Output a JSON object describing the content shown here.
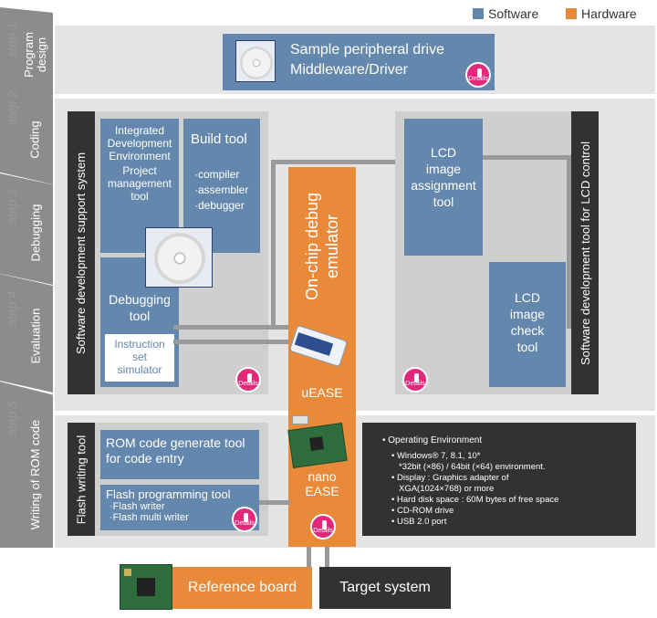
{
  "legend": {
    "software_label": "Software",
    "hardware_label": "Hardware",
    "software_color": "#6487ad",
    "hardware_color": "#e88a3a"
  },
  "steps": [
    {
      "num": "step 1",
      "title": "Program design"
    },
    {
      "num": "step 2",
      "title": "Coding"
    },
    {
      "num": "step 3",
      "title": "Debugging"
    },
    {
      "num": "step 4",
      "title": "Evaluation"
    },
    {
      "num": "step 5",
      "title": "Writing of ROM code"
    }
  ],
  "sample_box": {
    "line1": "Sample peripheral drive",
    "line2": "Middleware/Driver"
  },
  "sds_label": "Software development support system",
  "ide": {
    "line1": "Integrated",
    "line2": "Development",
    "line3": "Environment",
    "line4": "Project",
    "line5": "management",
    "line6": "tool"
  },
  "build": {
    "title": "Build tool",
    "item1": "·compiler",
    "item2": "·assembler",
    "item3": "·debugger"
  },
  "debug_tool": {
    "line1": "Debugging",
    "line2": "tool"
  },
  "simulator": {
    "line1": "Instruction",
    "line2": "set",
    "line3": "simulator"
  },
  "emulator": {
    "line1": "On-chip debug",
    "line2": "emulator",
    "uease": "uEASE",
    "nano1": "nano",
    "nano2": "EASE"
  },
  "lcd_assign": {
    "line1": "LCD",
    "line2": "image",
    "line3": "assignment",
    "line4": "tool"
  },
  "lcd_check": {
    "line1": "LCD",
    "line2": "image",
    "line3": "check",
    "line4": "tool"
  },
  "lcd_control_label": "Software development tool for LCD control",
  "flash_tool_label": "Flash writing tool",
  "rom_code": {
    "line1": "ROM code generate tool",
    "line2": "for code entry"
  },
  "flash_prog": {
    "title": "Flash programming tool",
    "item1": "·Flash writer",
    "item2": "·Flash multi writer"
  },
  "environment": {
    "title": "Operating Environment",
    "items": [
      "Windows® 7, 8.1, 10*",
      "*32bit (×86) / 64bit (×64) environment.",
      "Display : Graphics adapter of",
      "XGA(1024×768) or more",
      "Hard disk space : 60M bytes of free space",
      "CD-ROM drive",
      "USB 2.0 port"
    ]
  },
  "reference_board": "Reference board",
  "target_system": "Target system",
  "detail_label": "Details"
}
